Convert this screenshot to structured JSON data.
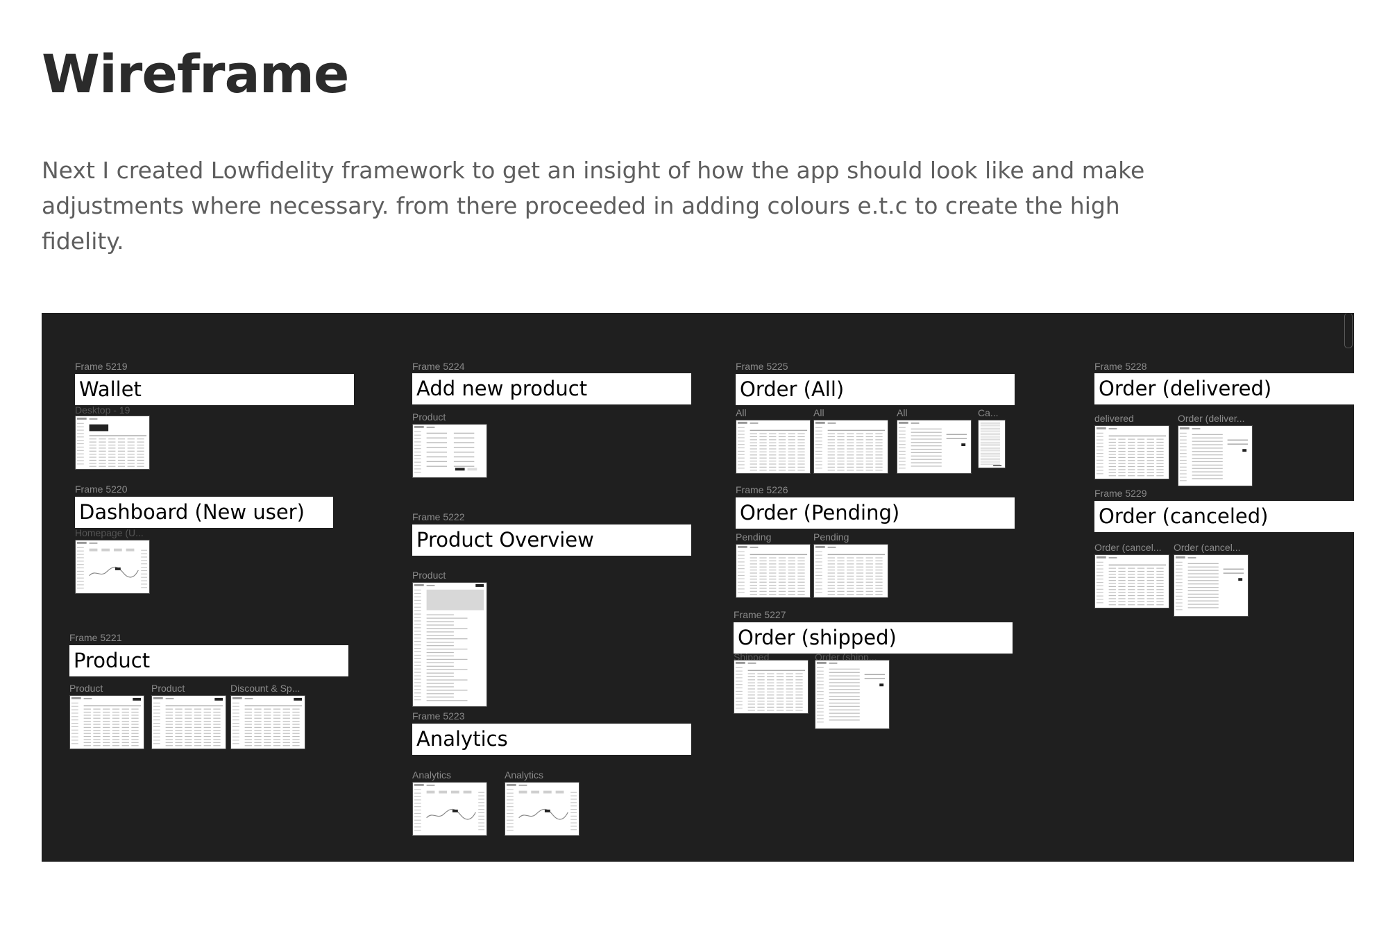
{
  "page": {
    "title": "Wireframe",
    "intro": "Next I created Lowfidelity framework to get an insight of how the app should look like and make adjustments where necessary. from there proceeded in adding colours e.t.c to create the high fidelity."
  },
  "colors": {
    "canvas_bg": "#1f1f1f",
    "frame_label": "#8a8a8a",
    "frame_box": "#ffffff",
    "title_text": "#2b2b2b",
    "body_text": "#5e5e5e"
  },
  "frames": {
    "wallet": {
      "frame": "Frame 5219",
      "title": "Wallet",
      "screens": [
        "Desktop - 19"
      ]
    },
    "dashboard": {
      "frame": "Frame 5220",
      "title": "Dashboard (New user)",
      "screens": [
        "Homepage (U..."
      ]
    },
    "product": {
      "frame": "Frame 5221",
      "title": "Product",
      "screens": [
        "Product",
        "Product",
        "Discount & Sp..."
      ]
    },
    "add_product": {
      "frame": "Frame 5224",
      "title": "Add new product",
      "screens": [
        "Product"
      ]
    },
    "product_overview": {
      "frame": "Frame 5222",
      "title": "Product Overview",
      "screens": [
        "Product"
      ]
    },
    "analytics": {
      "frame": "Frame 5223",
      "title": "Analytics",
      "screens": [
        "Analytics",
        "Analytics"
      ]
    },
    "order_all": {
      "frame": "Frame 5225",
      "title": "Order (All)",
      "screens": [
        "All",
        "All",
        "All",
        "Ca..."
      ]
    },
    "order_pending": {
      "frame": "Frame 5226",
      "title": "Order (Pending)",
      "screens": [
        "Pending",
        "Pending"
      ]
    },
    "order_shipped": {
      "frame": "Frame 5227",
      "title": "Order (shipped)",
      "screens": [
        "Shipped",
        "Order (shipp..."
      ]
    },
    "order_delivered": {
      "frame": "Frame 5228",
      "title": "Order (delivered)",
      "screens": [
        "delivered",
        "Order (deliver..."
      ]
    },
    "order_canceled": {
      "frame": "Frame 5229",
      "title": "Order (canceled)",
      "screens": [
        "Order (cancel...",
        "Order (cancel..."
      ]
    }
  }
}
